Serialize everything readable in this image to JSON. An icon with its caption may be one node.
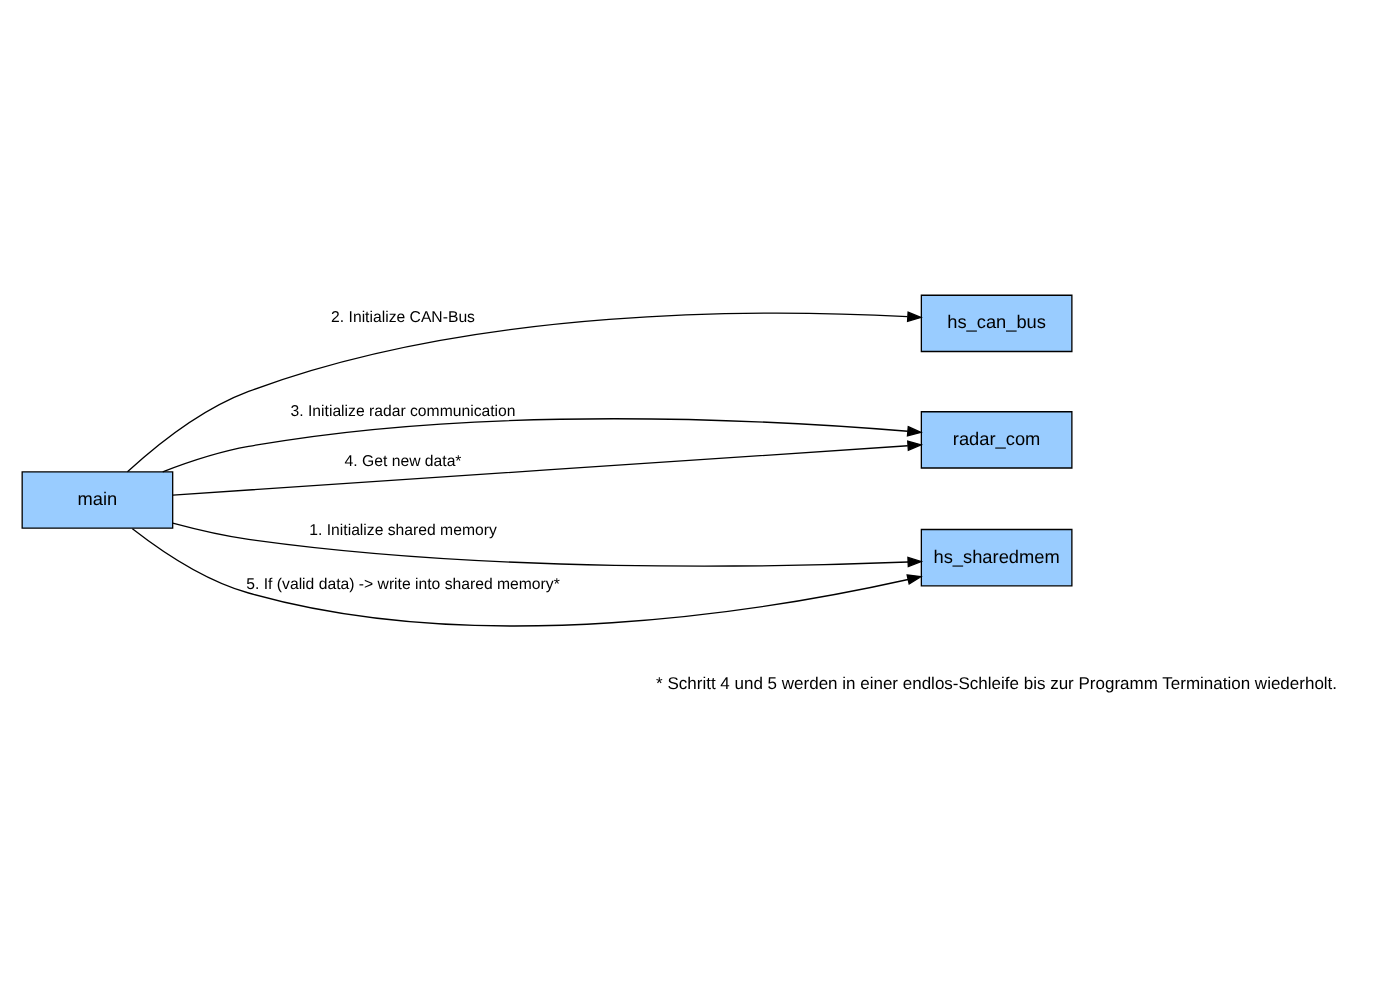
{
  "diagram": {
    "nodes": [
      {
        "text": [
          "main"
        ]
      },
      {
        "text": [
          "hs_can_bus"
        ]
      },
      {
        "text": [
          "radar_com"
        ]
      },
      {
        "text": [
          "hs_sharedmem"
        ]
      }
    ],
    "edges": [
      {
        "from": 0,
        "to": 3,
        "arrow": "to",
        "label": "1. Initialize shared memory"
      },
      {
        "from": 0,
        "to": 1,
        "arrow": "to",
        "label": "2. Initialize CAN-Bus"
      },
      {
        "from": 0,
        "to": 2,
        "arrow": "to",
        "label": "3. Initialize radar communication"
      },
      {
        "from": 0,
        "to": 2,
        "arrow": "to",
        "label": "4. Get new data*"
      },
      {
        "from": 0,
        "to": 3,
        "arrow": "to",
        "label": "5. If (valid data) -> write into shared memory*"
      }
    ],
    "labels": [
      "* Schritt 4 und 5 werden in einer endlos-Schleife bis zur Programm Termination wiederholt."
    ]
  }
}
